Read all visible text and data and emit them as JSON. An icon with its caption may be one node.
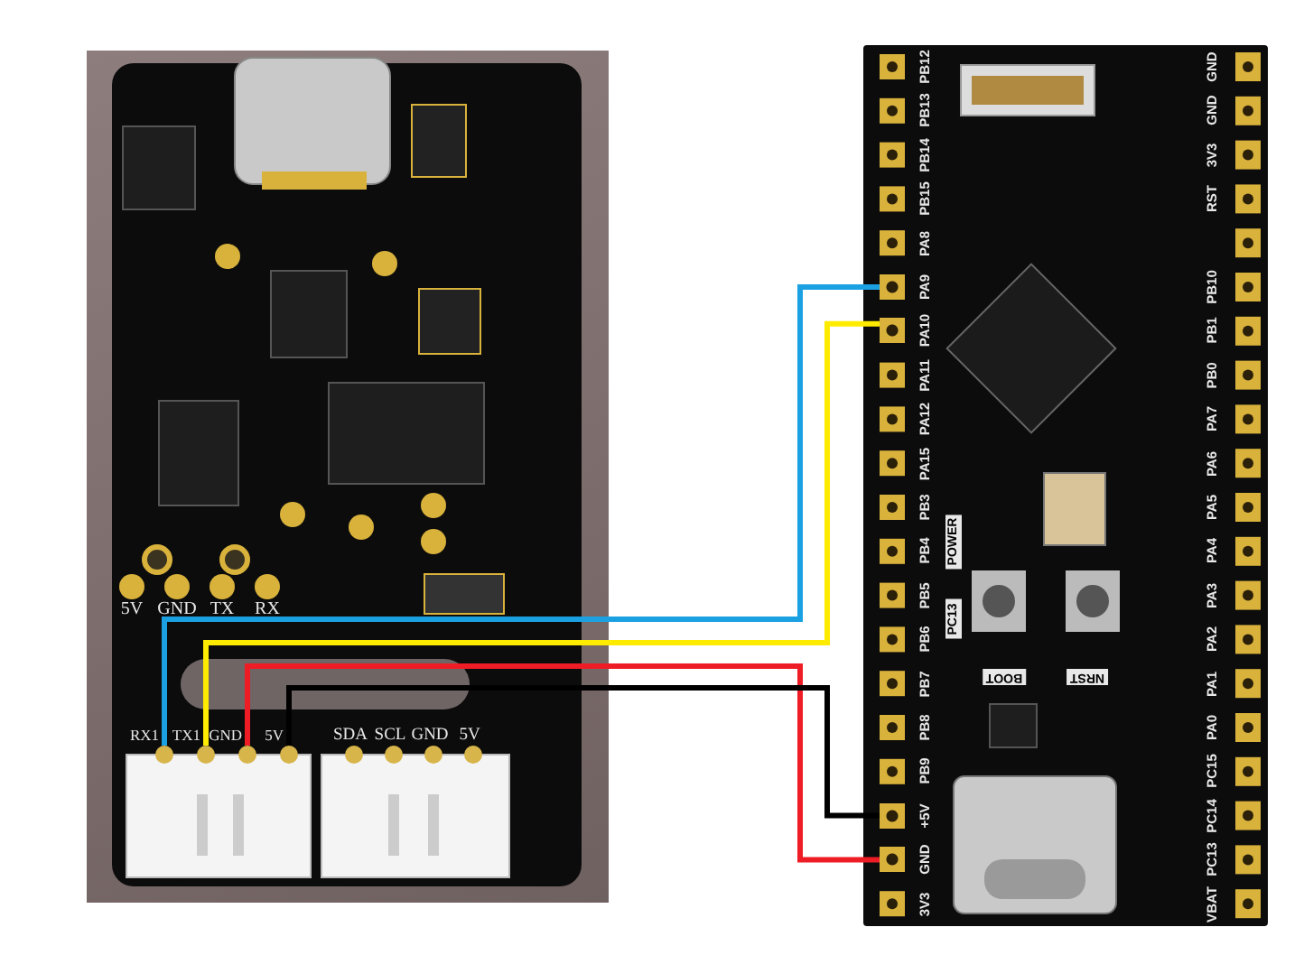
{
  "diagram": {
    "nodes": [
      {
        "text": [],
        "shape": "circle",
        "beside": [
          "RX1"
        ]
      },
      {
        "text": [],
        "shape": "circle",
        "beside": [
          "TX1"
        ]
      },
      {
        "text": [],
        "shape": "circle",
        "beside": [
          "GND"
        ]
      },
      {
        "text": [],
        "shape": "circle",
        "beside": [
          "5V"
        ]
      },
      {
        "text": [],
        "shape": "box",
        "beside": [
          "PA9"
        ]
      },
      {
        "text": [],
        "shape": "box",
        "beside": [
          "PA10"
        ]
      },
      {
        "text": [],
        "shape": "box",
        "beside": [
          "+5V"
        ]
      },
      {
        "text": [],
        "shape": "box",
        "beside": [
          "GND"
        ]
      }
    ],
    "edges": [
      {
        "from": 0,
        "to": 4,
        "arrow": "none",
        "color": "#1ba1e2"
      },
      {
        "from": 1,
        "to": 5,
        "arrow": "none",
        "color": "#ffeb00"
      },
      {
        "from": 2,
        "to": 7,
        "arrow": "none",
        "color": "#ee1c25"
      },
      {
        "from": 3,
        "to": 6,
        "arrow": "none",
        "color": "#000000"
      }
    ],
    "labels": [
      "5V",
      "GND",
      "TX",
      "RX",
      "SDA",
      "SCL",
      "GND",
      "5V",
      "PB12",
      "PB13",
      "PB14",
      "PB15",
      "PA8",
      "PA11",
      "PA12",
      "PA15",
      "PB3",
      "PB4",
      "PB5",
      "PB6",
      "PB7",
      "PB8",
      "PB9",
      "3V3",
      "GND",
      "GND",
      "3V3",
      "RST",
      "PB10",
      "PB1",
      "PB0",
      "PA7",
      "PA6",
      "PA5",
      "PA4",
      "PA3",
      "PA2",
      "PA1",
      "PA0",
      "PC15",
      "PC14",
      "PC13",
      "VBAT",
      "POWER",
      "PC13",
      "BOOT",
      "NRST"
    ]
  }
}
